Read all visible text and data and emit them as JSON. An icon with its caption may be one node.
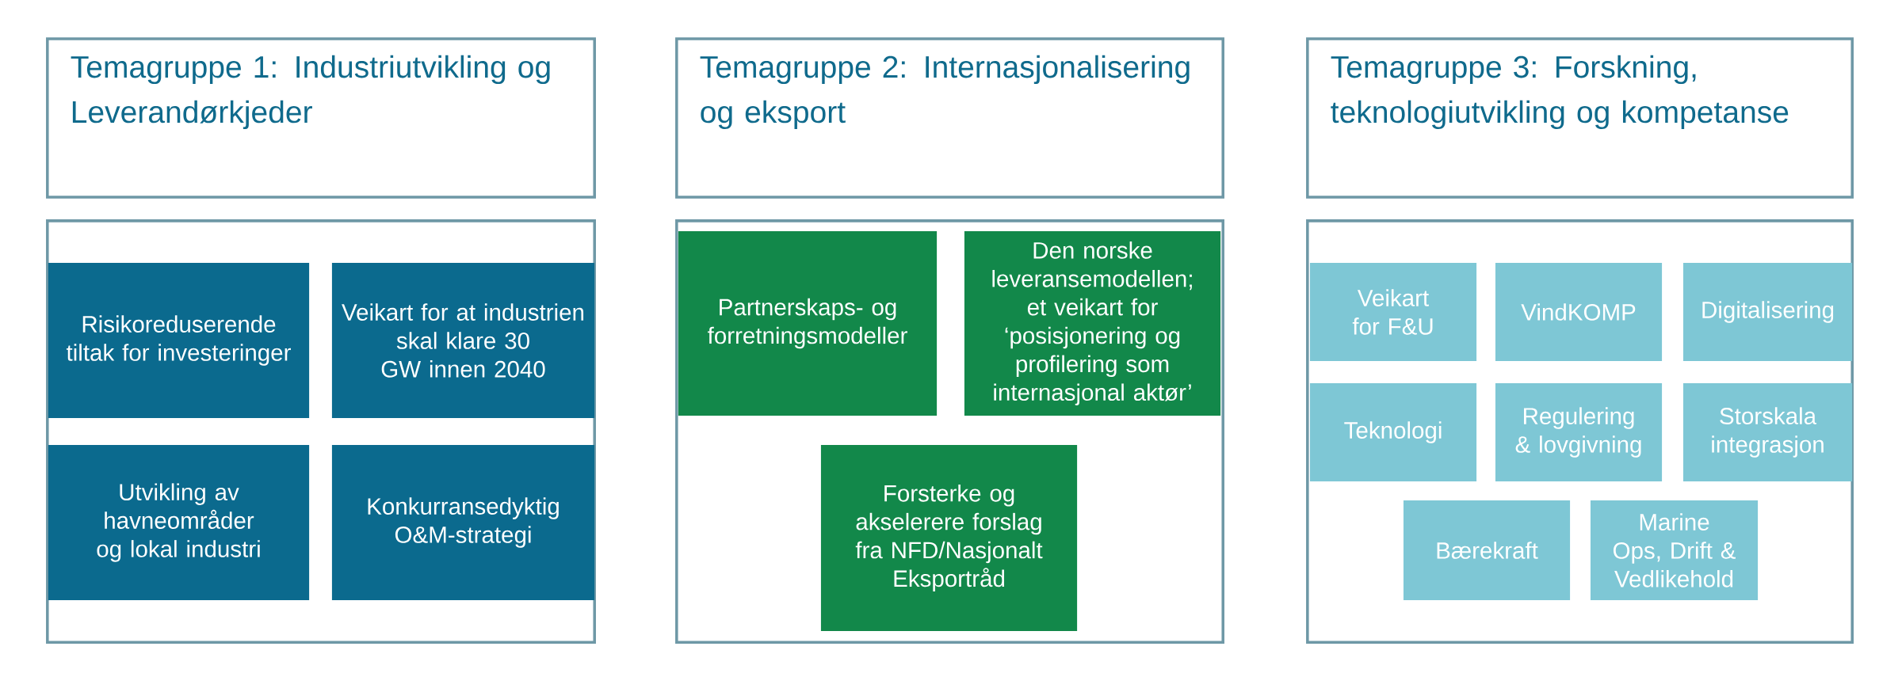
{
  "diagram": {
    "nodes": [
      {
        "text": [
          "Temagruppe 1: Industriutvikling  og Leverandørkjeder"
        ]
      },
      {
        "text": [
          "Temagruppe 2: Internasjonalisering  og eksport"
        ]
      },
      {
        "text": [
          "Temagruppe 3: Forskning, teknologiutvikling  og kompetanse"
        ]
      },
      {
        "text": [],
        "shape": "box"
      },
      {
        "text": [
          "Risikoreduserende tiltak for investeringer"
        ],
        "in": 3
      },
      {
        "text": [
          "Veikart for at industrien skal klare 30 GW innen 2040"
        ],
        "in": 3
      },
      {
        "text": [
          "Utvikling av havneområder og lokal industri"
        ],
        "in": 3
      },
      {
        "text": [
          "Konkurransedyktig O&M-strategi"
        ],
        "in": 3
      },
      {
        "text": [],
        "shape": "box"
      },
      {
        "text": [
          "Partnerskaps- og forretningsmodeller"
        ],
        "in": 8
      },
      {
        "text": [
          "Den norske leveransemodellen; et veikart for ‘posisjonering og profilering som internasjonal aktør’"
        ],
        "in": 8
      },
      {
        "text": [
          "Forsterke og akselerere forslag fra NFD/Nasjonalt Eksportråd"
        ],
        "in": 8
      },
      {
        "text": [],
        "shape": "box"
      },
      {
        "text": [
          "Veikart for F&U"
        ],
        "in": 12
      },
      {
        "text": [
          "VindKOMP"
        ],
        "in": 12
      },
      {
        "text": [
          "Digitalisering"
        ],
        "in": 12
      },
      {
        "text": [
          "Teknologi"
        ],
        "in": 12
      },
      {
        "text": [
          "Regulering & lovgivning"
        ],
        "in": 12
      },
      {
        "text": [
          "Storskala integrasjon"
        ],
        "in": 12
      },
      {
        "text": [
          "Bærekraft"
        ],
        "in": 12
      },
      {
        "text": [
          "Marine Ops, Drift & Vedlikehold"
        ],
        "in": 12
      }
    ]
  }
}
